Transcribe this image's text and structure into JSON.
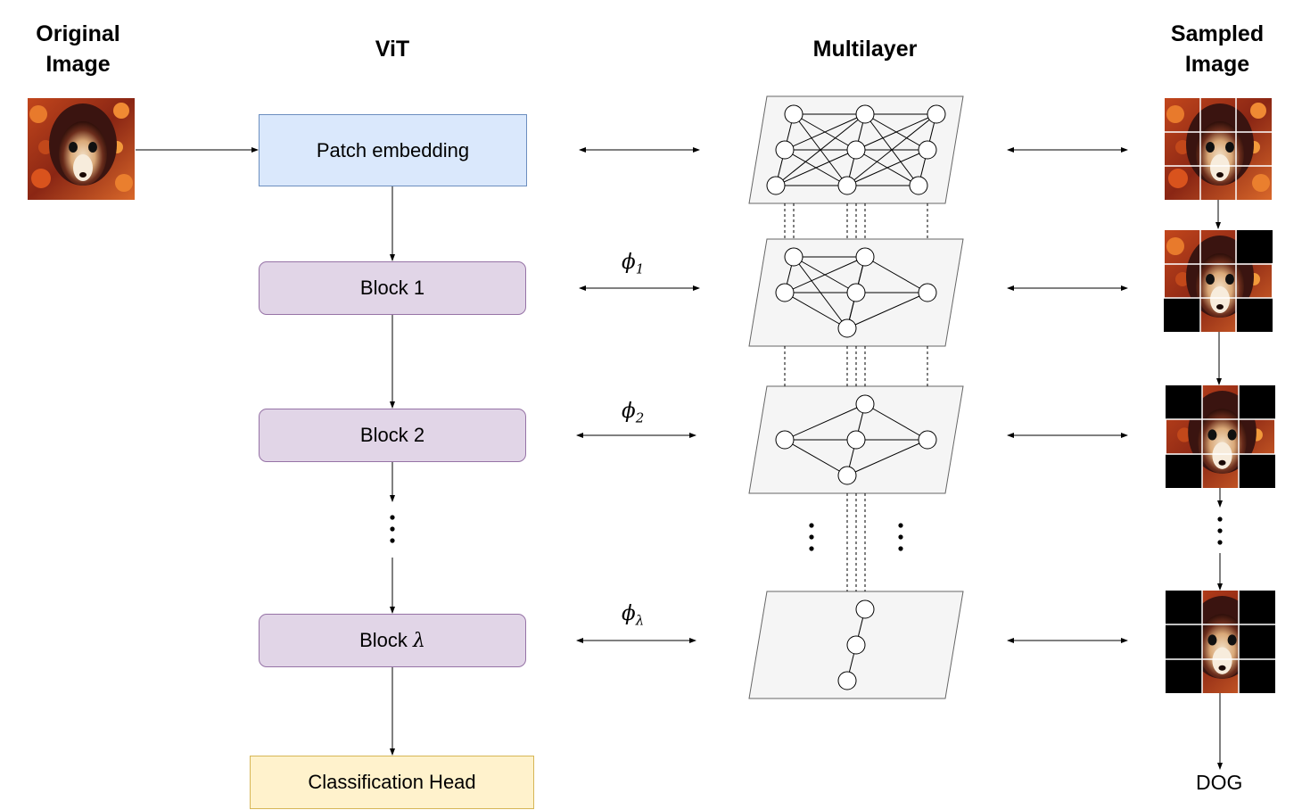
{
  "headers": {
    "original": [
      "Original",
      "Image"
    ],
    "vit": "ViT",
    "multilayer": "Multilayer",
    "sampled": [
      "Sampled",
      "Image"
    ]
  },
  "vit": {
    "patch_embedding": "Patch embedding",
    "block1": "Block 1",
    "block2": "Block 2",
    "block_lambda_prefix": "Block ",
    "block_lambda_symbol": "λ",
    "classification_head": "Classification Head"
  },
  "phi": [
    {
      "symbol": "ϕ",
      "sub": "1"
    },
    {
      "symbol": "ϕ",
      "sub": "2"
    },
    {
      "symbol": "ϕ",
      "sub": "λ"
    }
  ],
  "output_label": "DOG",
  "colors": {
    "patch_fill": "#dae8fc",
    "patch_stroke": "#6c8ebf",
    "block_fill": "#e1d5e7",
    "block_stroke": "#9673a6",
    "head_fill": "#fff2cc",
    "head_stroke": "#d6b656",
    "layer_fill": "#f5f5f5"
  }
}
